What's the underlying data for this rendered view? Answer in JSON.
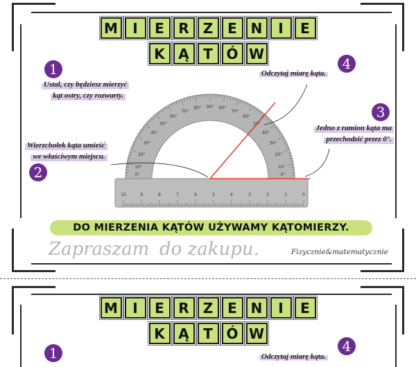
{
  "title": {
    "row1": [
      "M",
      "I",
      "E",
      "R",
      "Z",
      "E",
      "N",
      "I",
      "E"
    ],
    "row2": [
      "K",
      "Ą",
      "T",
      "Ó",
      "W"
    ]
  },
  "steps": [
    {
      "number": "1",
      "lines": [
        "Ustal, czy będziesz mierzyć",
        "kąt ostry, czy rozwarty."
      ]
    },
    {
      "number": "2",
      "lines": [
        "Wierzchołek kąta umieść",
        "we właściwym miejscu."
      ]
    },
    {
      "number": "3",
      "lines": [
        "Jedno z ramion kąta ma",
        "przechodzić przez 0°."
      ]
    },
    {
      "number": "4",
      "lines": [
        "Odczytaj miarę kąta."
      ]
    }
  ],
  "protractor": {
    "scale_labels": [
      "0°",
      "10°",
      "20°",
      "30°",
      "40°",
      "50°",
      "60°",
      "70°",
      "80°",
      "90°",
      "80°",
      "70°",
      "60°",
      "50°",
      "40°",
      "30°",
      "20°",
      "10°",
      "0°"
    ],
    "ruler_labels": [
      "10",
      "9",
      "8",
      "7",
      "6",
      "5",
      "4",
      "3",
      "2",
      "1",
      "0"
    ]
  },
  "banner": "DO MIERZENIA KĄTÓW UŻYWAMY KĄTOMIERZY.",
  "signature": "Fizycznie&matematycznie",
  "watermark": [
    "Zapraszam",
    "do zakupu."
  ],
  "colors": {
    "tile": "#c9e27e",
    "badge": "#6a2c8e",
    "highlight": "#dccbe8",
    "angle_line": "#e03a2a"
  }
}
